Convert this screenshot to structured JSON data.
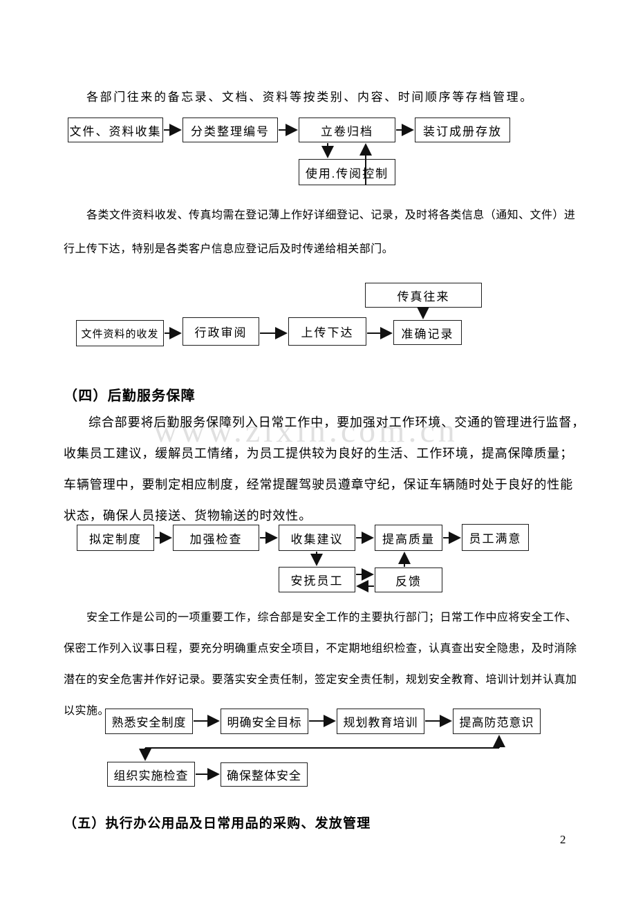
{
  "document": {
    "page_number": "2",
    "watermark": "www.zixin.com.cn",
    "intro_line": "各部门往来的备忘录、文档、资料等按类别、内容、时间顺序等存档管理。",
    "registry_paragraph": {
      "lines": [
        "各类文件资料收发、传真均需在登记薄上作好详细登记、记录，及时将各类信息（通知、文件）进",
        "行上传下达，特别是各类客户信息应登记后及时传递给相关部门。"
      ]
    },
    "section4": {
      "heading": "（四）后勤服务保障",
      "body_lines": [
        "综合部要将后勤服务保障列入日常工作中，要加强对工作环境、交通的管理进行监督，",
        "收集员工建议，缓解员工情绪，为员工提供较为良好的生活、工作环境，提高保障质量；",
        "车辆管理中，要制定相应制度，经常提醒驾驶员遵章守纪，保证车辆随时处于良好的性能",
        "状态，确保人员接送、货物输送的时效性。"
      ]
    },
    "safety_paragraph": {
      "lines": [
        "安全工作是公司的一项重要工作，综合部是安全工作的主要执行部门；日常工作中应将安全工作、",
        "保密工作列入议事日程，要充分明确重点安全项目，不定期地组织检查，认真查出安全隐患，及时消除",
        "潜在的安全危害并作好记录。要落实安全责任制，签定安全责任制，规划安全教育、培训计划并认真加",
        "以实施。"
      ]
    },
    "section5": {
      "heading": "（五）执行办公用品及日常用品的采购、发放管理"
    }
  },
  "flowcharts": {
    "archive": {
      "labels": [
        "文件、资料收集",
        "分类整理编号",
        "立卷归档",
        "装订成册存放",
        "使用.传阅控制"
      ]
    },
    "dispatch": {
      "labels": [
        "传真往来",
        "文件资料的收发",
        "行政审阅",
        "上传下达",
        "准确记录"
      ]
    },
    "logistics": {
      "labels": [
        "拟定制度",
        "加强检查",
        "收集建议",
        "提高质量",
        "员工满意",
        "安抚员工",
        "反馈"
      ]
    },
    "safety": {
      "labels": [
        "熟悉安全制度",
        "明确安全目标",
        "规划教育培训",
        "提高防范意识",
        "组织实施检查",
        "确保整体安全"
      ]
    }
  },
  "colors": {
    "text": "#000000",
    "box_border": "#1c1c1c",
    "watermark": "#d6d6d6",
    "background": "#ffffff"
  }
}
